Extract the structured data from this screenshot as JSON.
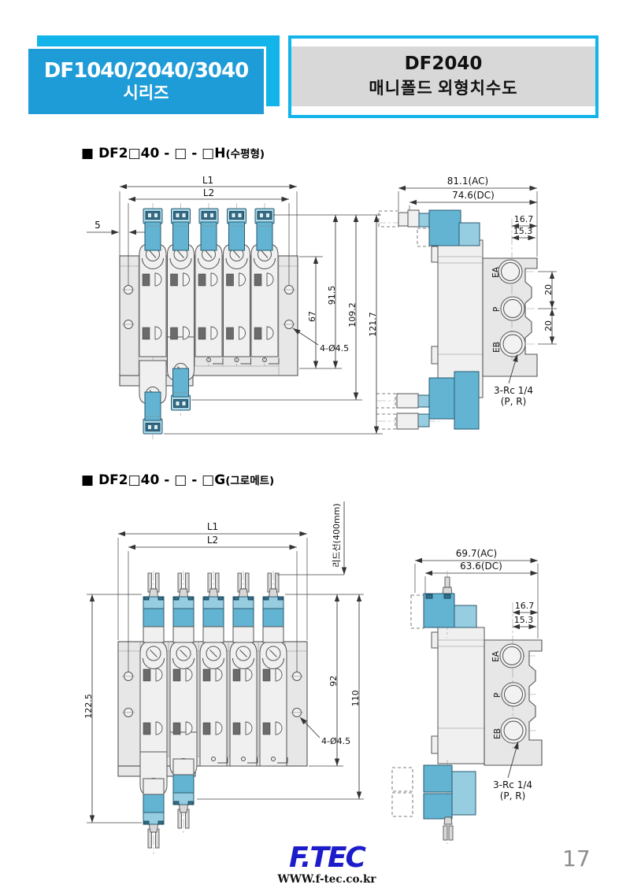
{
  "header": {
    "series_box": {
      "line1": "DF1040/2040/3040",
      "line2": "시리즈"
    },
    "title_box": {
      "model": "DF2040",
      "subtitle": "매니폴드 외형치수도"
    }
  },
  "colors": {
    "cyan": "#12b4e9",
    "blue": "#1e9cd7",
    "band_gray": "#d8d8d8",
    "solenoid_blue": "#62b4d2",
    "solenoid_light": "#97cde0",
    "logo_blue": "#1c1ccb"
  },
  "section_h": {
    "marker": "■",
    "heading": "DF2□40 - □ - □H",
    "heading_note": "(수평형)",
    "front": {
      "l1": "L1",
      "l2": "L2",
      "offset5": "5",
      "h67": "67",
      "h915": "91.5",
      "h1092": "109.2",
      "h1217": "121.7",
      "holes": "4-Ø4.5"
    },
    "side": {
      "ac": "81.1(AC)",
      "dc": "74.6(DC)",
      "w167": "16.7",
      "w153": "15.3",
      "p20a": "20",
      "p20b": "20",
      "ea": "EA",
      "p": "P",
      "eb": "EB",
      "rc_note1": "3-Rc 1/4",
      "rc_note2": "(P, R)"
    }
  },
  "section_g": {
    "marker": "■",
    "heading": "DF2□40 - □ - □G",
    "heading_note": "(그로메트)",
    "front": {
      "l1": "L1",
      "l2": "L2",
      "lead": "리드선(400mm)",
      "h1225": "122.5",
      "h92": "92",
      "h110": "110",
      "holes": "4-Ø4.5"
    },
    "side": {
      "ac": "69.7(AC)",
      "dc": "63.6(DC)",
      "w167": "16.7",
      "w153": "15.3",
      "ea": "EA",
      "p": "P",
      "eb": "EB",
      "rc_note1": "3-Rc 1/4",
      "rc_note2": "(P, R)"
    }
  },
  "footer": {
    "logo": "F.TEC",
    "url": "WWW.f-tec.co.kr",
    "page_number": "17"
  }
}
